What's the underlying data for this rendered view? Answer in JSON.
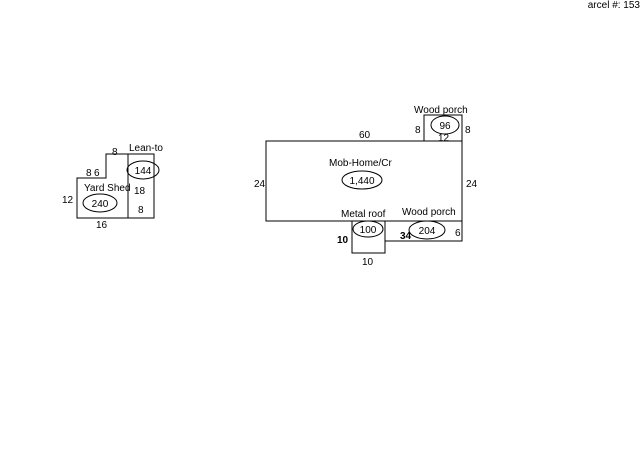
{
  "header": {
    "parcel_label": "arcel #:  153"
  },
  "shapes": {
    "yard_shed": {
      "label": "Yard Shed",
      "area": "240"
    },
    "lean_to": {
      "label": "Lean-to",
      "area": "144"
    },
    "mob_home": {
      "label": "Mob-Home/Cr",
      "area": "1,440"
    },
    "wood_porch_top": {
      "label": "Wood porch",
      "area": "96"
    },
    "wood_porch_bottom": {
      "label": "Wood porch",
      "area": "204"
    },
    "metal_roof": {
      "label": "Metal roof",
      "area": "100"
    }
  },
  "dimensions": {
    "shed_top": "8",
    "shed_step_a": "8",
    "shed_step_b": "6",
    "shed_left": "12",
    "shed_bottom": "16",
    "lean_right_upper": "18",
    "lean_right_lower": "8",
    "home_top": "60",
    "home_left": "24",
    "home_right": "24",
    "porch_top_left": "8",
    "porch_top_right": "8",
    "porch_top_bottom": "12",
    "porch_bottom_left": "34",
    "porch_bottom_right": "6",
    "metal_left": "10",
    "metal_bottom": "10"
  },
  "colors": {
    "line": "#000000",
    "background": "#ffffff"
  }
}
